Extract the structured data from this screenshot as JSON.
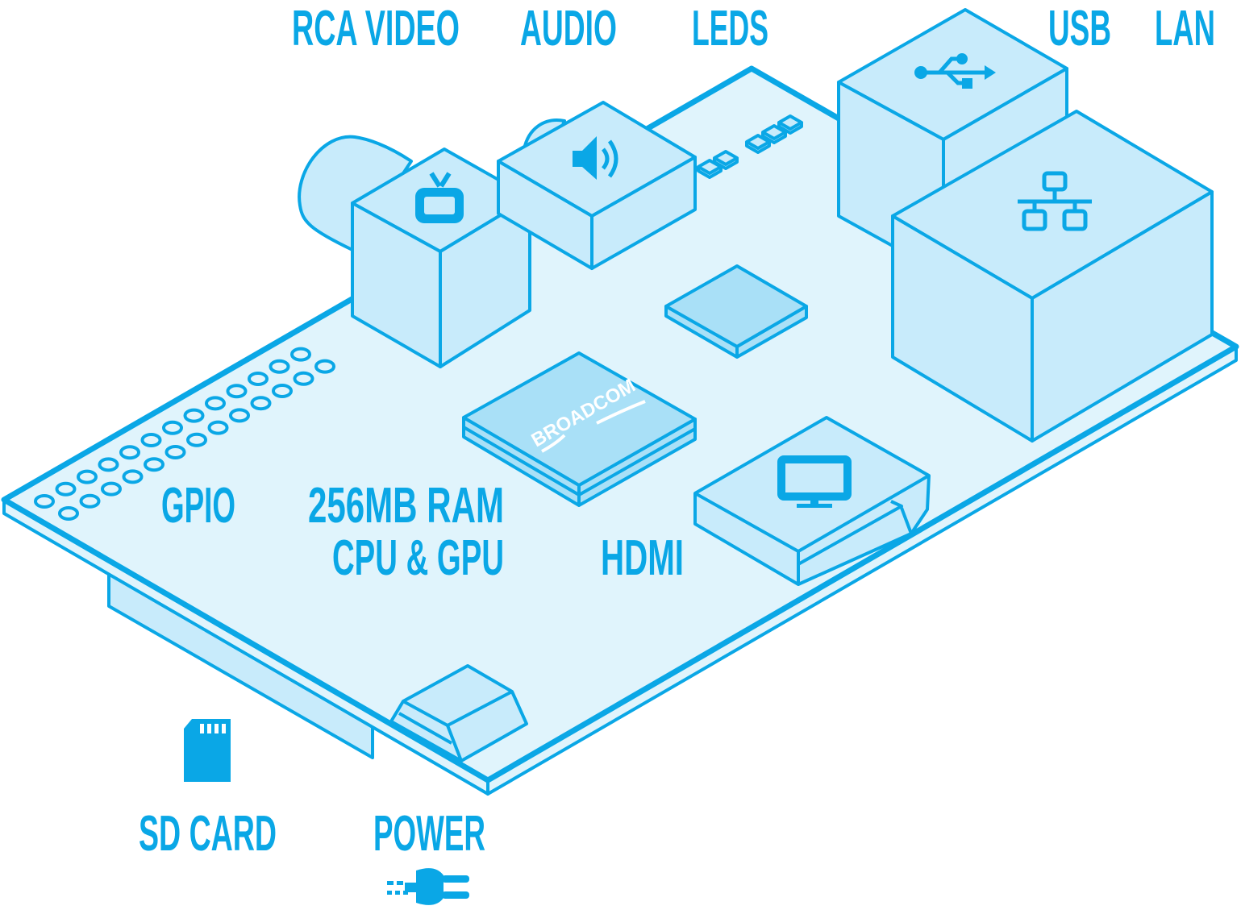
{
  "diagram": {
    "labels": {
      "rca_video": "RCA VIDEO",
      "audio": "AUDIO",
      "leds": "LEDS",
      "usb": "USB",
      "lan": "LAN",
      "gpio": "GPIO",
      "ram": "256MB RAM",
      "cpu_gpu": "CPU & GPU",
      "hdmi": "HDMI",
      "sd_card": "SD CARD",
      "power": "POWER"
    },
    "chip_logo": "BROADCOM",
    "colors": {
      "stroke": "#0aa7e6",
      "board": "#e0f4fc",
      "component": "#c8ebfb",
      "chip": "#a9e0f7"
    },
    "icons": [
      "tv-icon",
      "speaker-icon",
      "usb-icon",
      "network-icon",
      "monitor-icon",
      "sd-card-icon",
      "power-plug-icon"
    ]
  }
}
